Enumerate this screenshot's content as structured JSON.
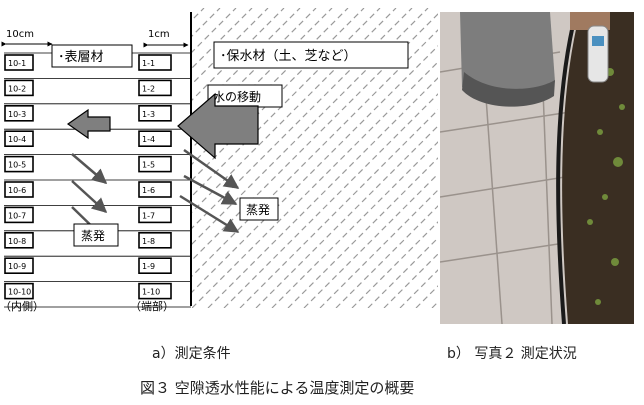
{
  "diagram": {
    "left_width_label": "10cm",
    "right_width_label": "1cm",
    "surface_label": "･表層材",
    "retain_label": "･保水材（土、芝など）",
    "water_move_label": "水の移動",
    "evap_label_right": "蒸発",
    "evap_label_left": "蒸発",
    "inner_label": "（内側）",
    "edge_label": "（端部）",
    "left_cells": [
      "10-1",
      "10-2",
      "10-3",
      "10-4",
      "10-5",
      "10-6",
      "10-7",
      "10-8",
      "10-9",
      "10-10"
    ],
    "right_cells": [
      "1-1",
      "1-2",
      "1-3",
      "1-4",
      "1-5",
      "1-6",
      "1-7",
      "1-8",
      "1-9",
      "1-10"
    ]
  },
  "captions": {
    "a": "a）測定条件",
    "b": "b） 写真２ 測定状況",
    "figure": "図３ 空隙透水性能による温度測定の概要"
  },
  "colors": {
    "arrow_gray": "#7f7f7f",
    "hatch_gray": "#9a9a9a",
    "soil": "#3a2e22",
    "tile": "#cfc8c3"
  }
}
